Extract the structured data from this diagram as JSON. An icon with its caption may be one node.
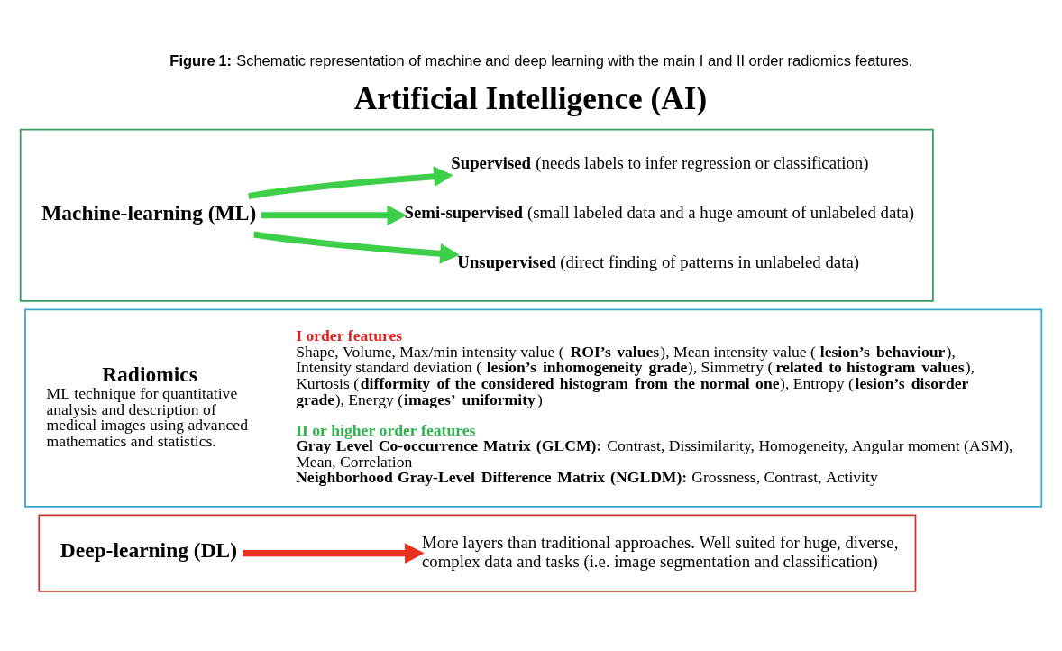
{
  "diagram": {
    "title": "Artificial Intelligence (AI)",
    "caption": "**Figure 1:** Schematic representation of machine and deep learning with the main I and II order radiomics features.",
    "nodes": [
      {
        "text": [],
        "shape": "box"
      },
      {
        "text": [
          "Machine-learning (ML)"
        ],
        "in": 0
      },
      {
        "text": [
          "**Supervised** (needs labels to infer regression or classification)"
        ],
        "in": 0
      },
      {
        "text": [
          "**Semi-supervised** (small labeled data and a huge amount of unlabeled data)"
        ],
        "in": 0
      },
      {
        "text": [
          "**Unsupervised** (direct finding of patterns in unlabeled data)"
        ],
        "in": 0
      },
      {
        "text": [],
        "shape": "box"
      },
      {
        "text": [
          "Radiomics",
          "ML technique for quantitative analysis and description of medical images using advanced mathematics and statistics."
        ],
        "in": 5
      },
      {
        "text": [
          "I order features",
          "Shape, Volume, Max/min intensity value (**ROI’s values**), Mean intensity value (**lesion’s behaviour**), Intensity standard deviation (**lesion’s inhomogeneity grade**), Simmetry (**related to histogram values**), Kurtosis (**difformity of the considered histogram from the normal one**), Entropy (**lesion’s disorder grade**), Energy (**images’ uniformity**)",
          "II or higher order features",
          "**Gray Level Co-occurrence Matrix (GLCM):** Contrast, Dissimilarity, Homogeneity, Angular moment (ASM), Mean, Correlation",
          "**Neighborhood Gray-Level Difference Matrix (NGLDM):** Grossness, Contrast, Activity"
        ],
        "in": 5
      },
      {
        "text": [],
        "shape": "box"
      },
      {
        "text": [
          "Deep-learning (DL)"
        ],
        "in": 8
      },
      {
        "text": [
          "More layers than traditional approaches. Well suited for huge, diverse, complex data and tasks (i.e. image segmentation and classification)"
        ],
        "in": 8
      }
    ],
    "edges": [
      {
        "from": 1,
        "to": 2,
        "arrow": "to"
      },
      {
        "from": 1,
        "to": 3,
        "arrow": "to"
      },
      {
        "from": 1,
        "to": 4,
        "arrow": "to"
      },
      {
        "from": 9,
        "to": 10,
        "arrow": "to",
        "color": "#e8321e"
      }
    ]
  }
}
